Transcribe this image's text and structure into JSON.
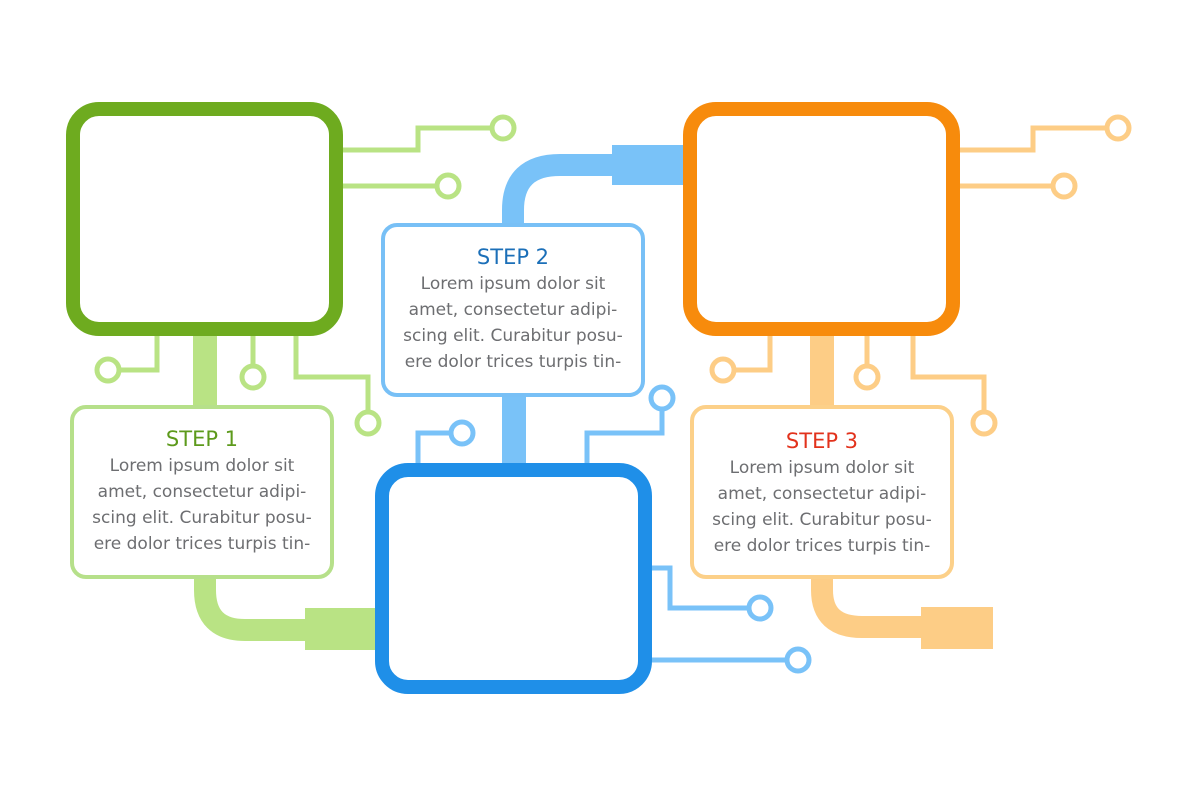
{
  "colors": {
    "green_dark": "#6eab1f",
    "green_light": "#b9e384",
    "blue_dark": "#1f8fe8",
    "blue_light": "#79c2f8",
    "orange_dark": "#f78b0c",
    "orange_light": "#fdcd86",
    "step1_title": "#5d9a1c",
    "step2_title": "#1b6fb8",
    "step3_title": "#e2321c",
    "body_text": "#6d6e71"
  },
  "steps": [
    {
      "title": "STEP 1",
      "lines": [
        "Lorem ipsum dolor sit",
        "amet, consectetur adipi-",
        "scing elit. Curabitur posu-",
        "ere dolor trices turpis tin-"
      ]
    },
    {
      "title": "STEP 2",
      "lines": [
        "Lorem ipsum dolor sit",
        "amet, consectetur adipi-",
        "scing elit. Curabitur posu-",
        "ere dolor trices turpis tin-"
      ]
    },
    {
      "title": "STEP 3",
      "lines": [
        "Lorem ipsum dolor sit",
        "amet, consectetur adipi-",
        "scing elit. Curabitur posu-",
        "ere dolor trices turpis tin-"
      ]
    }
  ]
}
